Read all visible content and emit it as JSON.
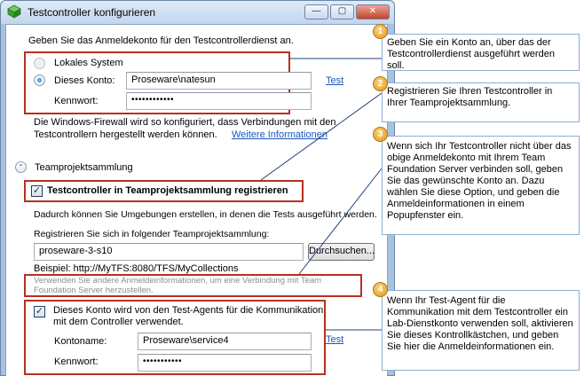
{
  "window": {
    "title": "Testcontroller konfigurieren",
    "controls": {
      "minimize": "—",
      "maximize": "▢",
      "close": "✕"
    }
  },
  "account": {
    "intro": "Geben Sie das Anmeldekonto für den Testcontrollerdienst an.",
    "local_system_label": "Lokales System",
    "this_account_label": "Dieses Konto:",
    "account_value": "Proseware\\natesun",
    "test_link": "Test",
    "password_label": "Kennwort:",
    "password_value": "••••••••••••",
    "firewall_text_1": "Die Windows-Firewall wird so konfiguriert, dass Verbindungen mit den",
    "firewall_text_2": "Testcontrollern hergestellt werden können.",
    "more_info_link": "Weitere Informationen"
  },
  "project": {
    "section_title": "Teamprojektsammlung",
    "register_label": "Testcontroller in Teamprojektsammlung registrieren",
    "desc": "Dadurch können Sie Umgebungen erstellen, in denen die Tests ausgeführt werden.",
    "register_in_label": "Registrieren Sie sich in folgender Teamprojektsammlung:",
    "collection_value": "proseware-3-s10",
    "browse_button": "Durchsuchen...",
    "example": "Beispiel: http://MyTFS:8080/TFS/MyCollections",
    "other_creds_1": "Verwenden Sie andere Anmeldeinformationen, um eine Verbindung mit Team",
    "other_creds_2": "Foundation Server herzustellen."
  },
  "agent": {
    "checkbox_label_1": "Dieses Konto wird von den Test-Agents für die Kommunikation",
    "checkbox_label_2": "mit dem Controller verwendet.",
    "account_name_label": "Kontoname:",
    "account_name_value": "Proseware\\service4",
    "test_link": "Test",
    "password_label": "Kennwort:",
    "password_value": "•••••••••••"
  },
  "callouts": [
    {
      "number": "1",
      "text": "Geben Sie ein Konto an, über das der Testcontrollerdienst ausgeführt werden soll."
    },
    {
      "number": "2",
      "text": "Registrieren Sie Ihren Testcontroller in Ihrer Teamprojektsammlung."
    },
    {
      "number": "3",
      "text": "Wenn sich Ihr Testcontroller nicht über das obige Anmeldekonto mit Ihrem Team Foundation Server verbinden soll, geben Sie das gewünschte Konto an. Dazu wählen Sie diese Option, und geben die Anmeldeinformationen in einem Popupfenster ein."
    },
    {
      "number": "4",
      "text": "Wenn Ihr Test-Agent für die Kommunikation mit dem Testcontroller ein Lab-Dienstkonto verwenden soll, aktivieren Sie dieses Kontrollkästchen, und geben Sie hier die Anmeldeinformationen ein."
    }
  ],
  "colors": {
    "callout_border": "#8eaed0",
    "highlight_red": "#b8301f",
    "badge_orange": "#e09a1b",
    "link_blue": "#1a56b8"
  }
}
